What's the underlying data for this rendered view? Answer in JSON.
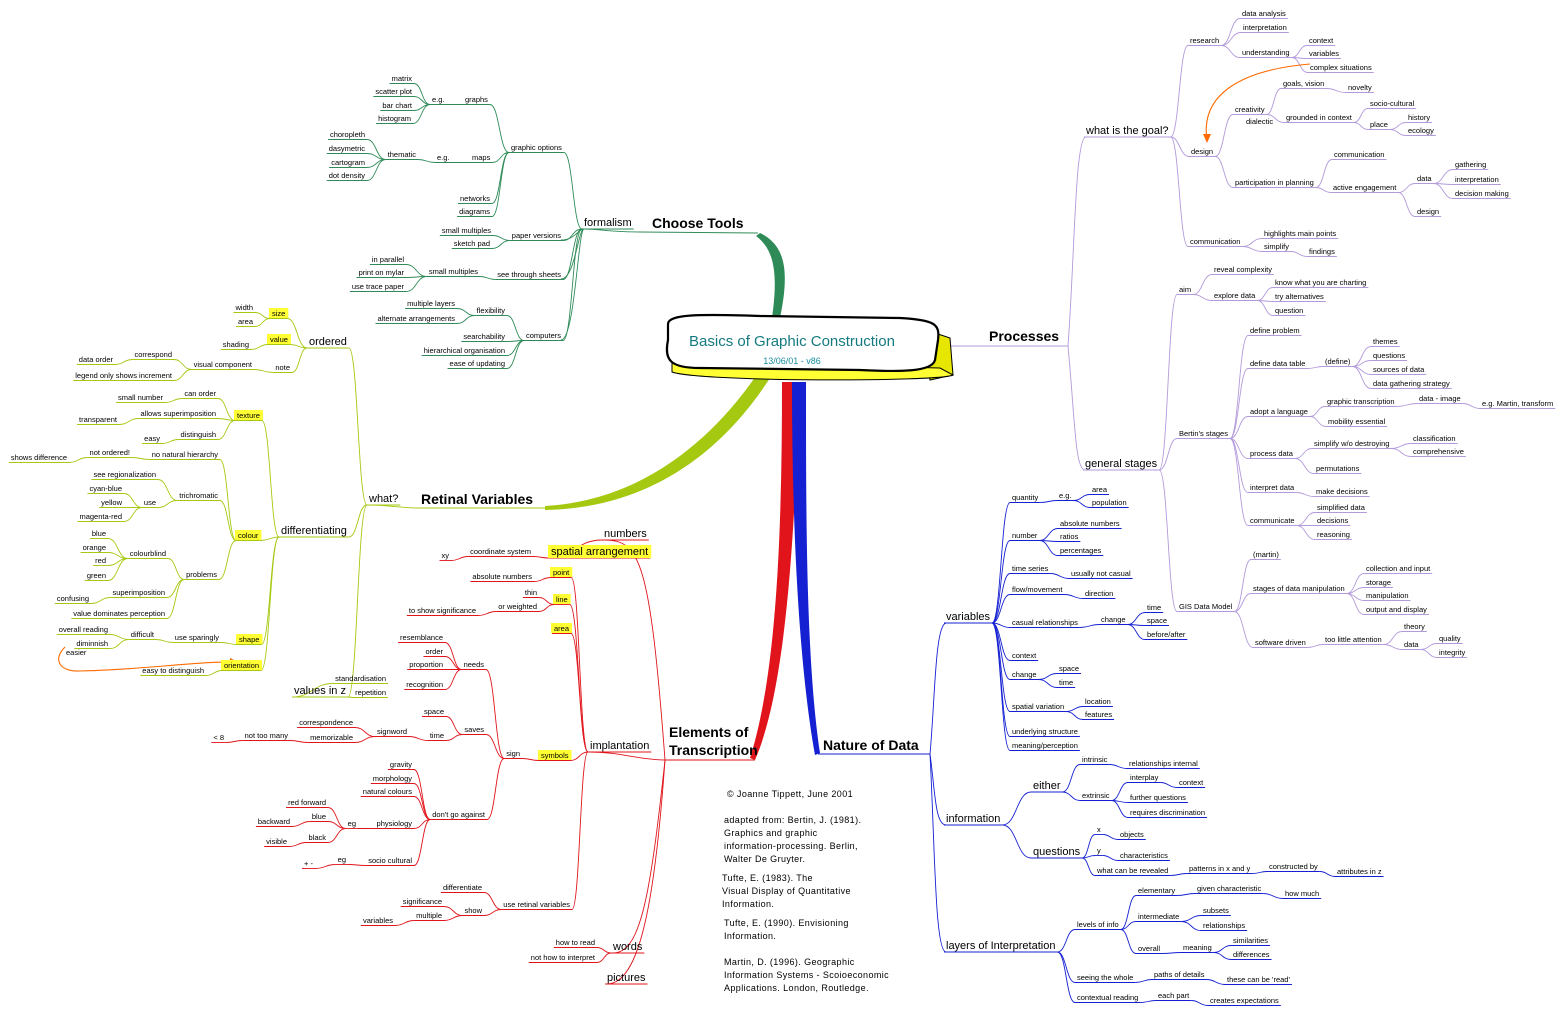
{
  "title": "Basics of Graphic Construction",
  "subtitle": "13/06/01 - v86",
  "credits": [
    "© Joanne Tippett,  June  2001",
    "adapted from: Bertin, J. (1981).",
    "Graphics and graphic",
    "information-processing. Berlin,",
    "Walter De Gruyter.",
    "Tufte, E. (1983). The",
    "Visual Display of Quantitative",
    "Information.",
    "Tufte, E. (1990). Envisioning",
    "Information.",
    "Martin, D. (1996). Geographic",
    "Information Systems - Scoioeconomic",
    "Applications. London, Routledge."
  ],
  "colors": {
    "tools": "#2e8b57",
    "retinal": "#a5c810",
    "elements": "#e0141a",
    "nature": "#1420d2",
    "processes": "#b39adb",
    "highlight": "#ffff33",
    "arrow": "#ff6a00",
    "title": "#147a7f"
  },
  "branches": {
    "tools": {
      "label": "Choose Tools"
    },
    "processes": {
      "label": "Processes"
    },
    "retinal": {
      "label": "Retinal Variables"
    },
    "elements": {
      "label": "Elements of Transcription"
    },
    "nature": {
      "label": "Nature of Data"
    }
  },
  "labels": {
    "t1": "formalism",
    "t2": "graphic options",
    "t3": "graphs",
    "t4": "e.g.",
    "t5": "matrix",
    "t6": "scatter plot",
    "t7": "bar chart",
    "t8": "histogram",
    "t9": "maps",
    "t10": "e.g.",
    "t11": "thematic",
    "t12": "choropleth",
    "t13": "dasymetric",
    "t14": "cartogram",
    "t15": "dot density",
    "t16": "networks",
    "t17": "diagrams",
    "t18": "paper versions",
    "t19": "small multiples",
    "t20": "sketch pad",
    "t21": "see through sheets",
    "t22": "small multiples",
    "t23": "in parallel",
    "t24": "print on mylar",
    "t25": "use trace paper",
    "t26": "computers",
    "t27": "flexibility",
    "t28": "multiple layers",
    "t29": "alternate arrangements",
    "t30": "searchability",
    "t31": "hierarchical organisation",
    "t32": "ease of updating",
    "r1": "what?",
    "r2": "ordered",
    "r3": "size",
    "r4": "width",
    "r5": "area",
    "r6": "value",
    "r7": "shading",
    "r8": "note",
    "r9": "visual component",
    "r10": "correspond",
    "r11": "data order",
    "r12": "legend only shows increment",
    "r13": "differentiating",
    "r14": "texture",
    "r15": "small number",
    "r16": "can order",
    "r17": "allows superimposition",
    "r18": "transparent",
    "r19": "distinguish",
    "r20": "easy",
    "r21": "no natural hierarchy",
    "r22": "not ordered!",
    "r23": "shows difference",
    "r24": "colour",
    "r25": "trichromatic",
    "r26": "see regionalization",
    "r27": "use",
    "r28": "cyan-blue",
    "r29": "yellow",
    "r30": "magenta-red",
    "r31": "problems",
    "r32": "colourblind",
    "r33": "blue",
    "r34": "orange",
    "r35": "red",
    "r36": "green",
    "r37": "superimposition",
    "r38": "confusing",
    "r39": "value dominates perception",
    "r40": "shape",
    "r41": "use sparingly",
    "r42": "difficult",
    "r43": "overall reading",
    "r44": "diminnish",
    "r45": "easier",
    "r46": "orientation",
    "r47": "easy to distinguish",
    "r48": "values in z",
    "r49": "standardisation",
    "r50": "repetition",
    "e1": "numbers",
    "e2": "spatial arrangement",
    "e3": "coordinate system",
    "e4": "xy",
    "e5": "point",
    "e6": "absolute numbers",
    "e7": "line",
    "e8": "thin",
    "e9": "or weighted",
    "e10": "to show significance",
    "e11": "area",
    "e12": "implantation",
    "e13": "symbols",
    "e14": "sign",
    "e15": "needs",
    "e16": "resemblance",
    "e17": "order",
    "e18": "proportion",
    "e19": "recognition",
    "e20": "saves",
    "e21": "space",
    "e22": "time",
    "e23": "signword",
    "e24": "correspondence",
    "e25": "memorizable",
    "e26": "not too many",
    "e27": "< 8",
    "e28": "don't go against",
    "e29": "gravity",
    "e30": "morphology",
    "e31": "natural colours",
    "e32": "physiology",
    "e33": "eg",
    "e34": "red forward",
    "e35": "blue",
    "e36": "backward",
    "e37": "black",
    "e38": "visible",
    "e39": "socio cultural",
    "e40": "eg",
    "e41": "+ -",
    "e42": "use retinal variables",
    "e43": "differentiate",
    "e44": "show",
    "e45": "significance",
    "e46": "multiple",
    "e47": "variables",
    "e48": "words",
    "e49": "how to read",
    "e50": "not how to interpret",
    "e51": "pictures",
    "p1": "what is the goal?",
    "p2": "research",
    "p3": "data analysis",
    "p4": "interpretation",
    "p5": "understanding",
    "p6": "context",
    "p7": "variables",
    "p8": "complex situations",
    "p9": "design",
    "p10": "creativity",
    "p11": "goals, vision",
    "p12": "novelty",
    "p13": "dialectic",
    "p14": "grounded in context",
    "p15": "socio-cultural",
    "p16": "place",
    "p17": "history",
    "p18": "ecology",
    "p19": "participation in planning",
    "p20": "communication",
    "p21": "active engagement",
    "p22": "data",
    "p23": "gathering",
    "p24": "interpretation",
    "p25": "decision making",
    "p26": "design",
    "p27": "communication",
    "p28": "highlights main points",
    "p29": "simplify",
    "p30": "findings",
    "p31": "general stages",
    "p32": "aim",
    "p33": "reveal complexity",
    "p34": "explore data",
    "p35": "know what you are charting",
    "p36": "try alternatives",
    "p37": "question",
    "p38": "Bertin's stages",
    "p39": "define problem",
    "p40": "define data table",
    "p41": "(define)",
    "p42": "themes",
    "p43": "questions",
    "p44": "sources of data",
    "p45": "data gathering strategy",
    "p46": "adopt a language",
    "p47": "graphic transcription",
    "p48": "data - image",
    "p49": "e.g. Martin, transform",
    "p50": "mobility essential",
    "p51": "process data",
    "p52": "simplify w/o destroying",
    "p53": "classification",
    "p54": "comprehensive",
    "p55": "permutations",
    "p56": "interpret data",
    "p57": "make decisions",
    "p58": "communicate",
    "p59": "simplified data",
    "p60": "decisions",
    "p61": "reasoning",
    "p62": "GIS Data Model",
    "p63": "(martin)",
    "p64": "stages of data manipulation",
    "p65": "collection and input",
    "p66": "storage",
    "p67": "manipulation",
    "p68": "output and display",
    "p69": "software driven",
    "p70": "too little attention",
    "p71": "theory",
    "p72": "data",
    "p73": "quality",
    "p74": "integrity",
    "n1": "variables",
    "n2": "quantity",
    "n3": "e.g.",
    "n4": "area",
    "n5": "population",
    "n6": "number",
    "n7": "absolute numbers",
    "n8": "ratios",
    "n9": "percentages",
    "n10": "time series",
    "n11": "usually not casual",
    "n12": "flow/movement",
    "n13": "direction",
    "n14": "casual relationships",
    "n15": "change",
    "n16": "time",
    "n17": "space",
    "n18": "before/after",
    "n19": "context",
    "n20": "change",
    "n21": "space",
    "n22": "time",
    "n23": "spatial variation",
    "n24": "location",
    "n25": "features",
    "n26": "underlying structure",
    "n27": "meaning/perception",
    "n28": "information",
    "n29": "either",
    "n30": "intrinsic",
    "n31": "relationships internal",
    "n32": "extrinsic",
    "n33": "interplay",
    "n34": "context",
    "n35": "further questions",
    "n36": "requires discrimination",
    "n37": "questions",
    "n38": "x",
    "n39": "objects",
    "n40": "y",
    "n41": "characteristics",
    "n42": "what can be revealed",
    "n43": "patterns in x and y",
    "n44": "constructed by",
    "n45": "attributes in z",
    "n46": "layers of Interpretation",
    "n47": "levels of info",
    "n48": "elementary",
    "n49": "given characteristic",
    "n50": "how much",
    "n51": "intermediate",
    "n52": "subsets",
    "n53": "relationships",
    "n54": "overall",
    "n55": "meaning",
    "n56": "similarities",
    "n57": "differences",
    "n58": "seeing the whole",
    "n59": "paths of details",
    "n60": "these can be 'read'",
    "n61": "contextual reading",
    "n62": "each part",
    "n63": "creates expectations"
  }
}
